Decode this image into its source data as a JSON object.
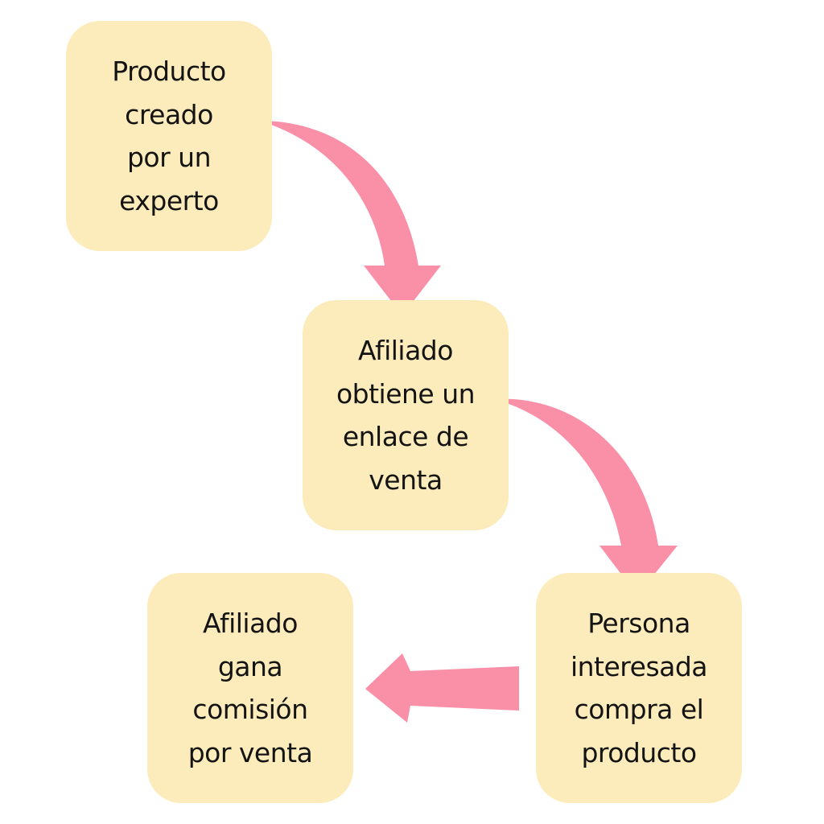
{
  "colors": {
    "box_fill": "#fdecbb",
    "arrow": "#fa8fa8",
    "text": "#141414",
    "background": "#ffffff"
  },
  "steps": [
    {
      "text": "Producto\ncreado\npor un\nexperto"
    },
    {
      "text": "Afiliado\nobtiene un\nenlace de\nventa"
    },
    {
      "text": "Afiliado\ngana\ncomisión\npor venta"
    },
    {
      "text": "Persona\ninteresada\ncompra el\nproducto"
    }
  ],
  "arrows": [
    {
      "from": "step-1",
      "to": "step-2",
      "direction": "curved-down"
    },
    {
      "from": "step-2",
      "to": "step-4",
      "direction": "curved-down"
    },
    {
      "from": "step-4",
      "to": "step-3",
      "direction": "left"
    }
  ]
}
